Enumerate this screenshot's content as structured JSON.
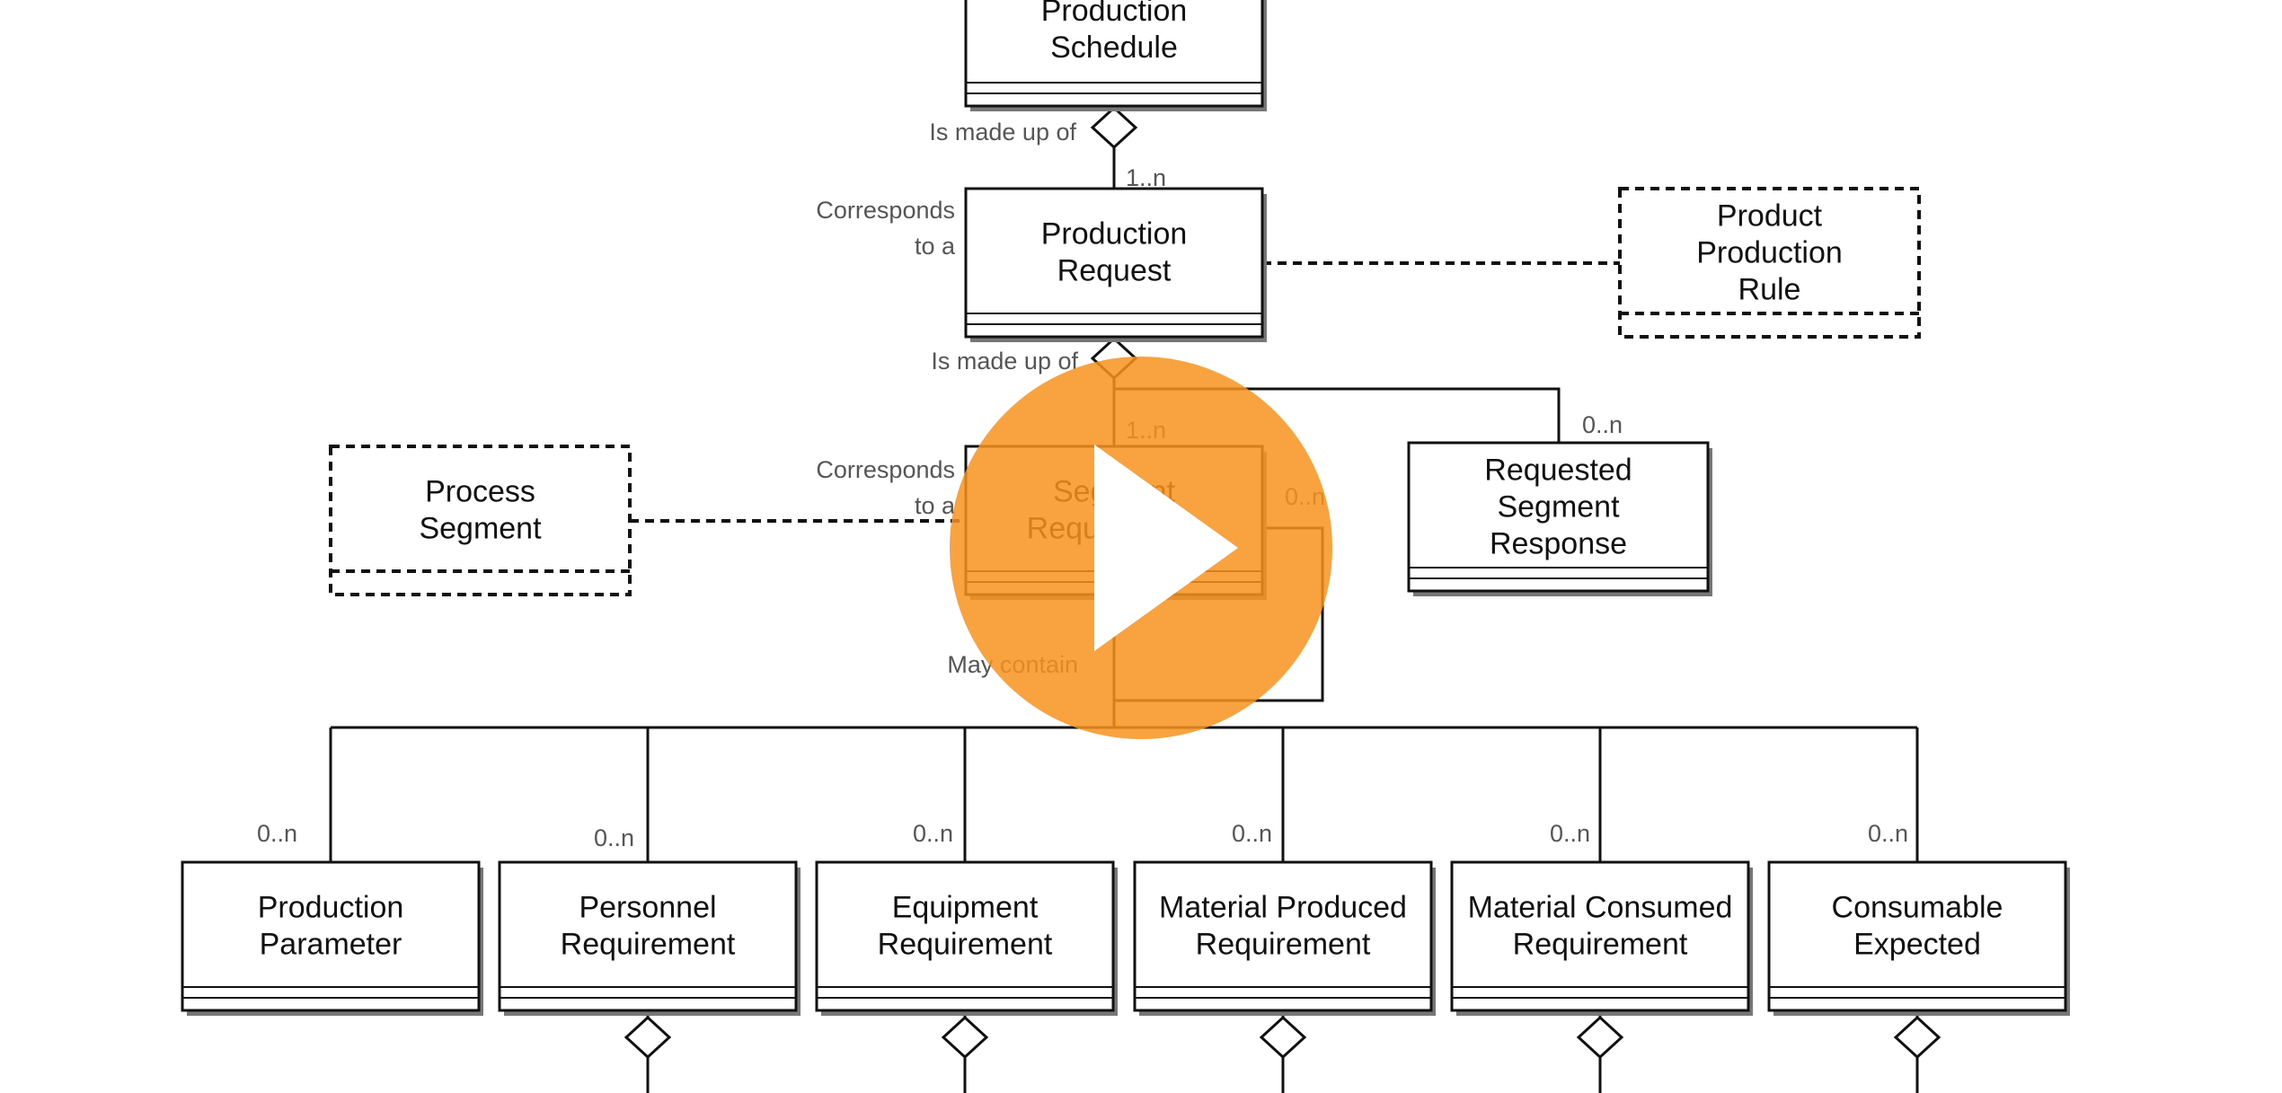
{
  "diagram": {
    "classes": {
      "production_schedule": {
        "lines": [
          "Production",
          "Schedule"
        ],
        "style": "solid"
      },
      "production_request": {
        "lines": [
          "Production",
          "Request"
        ],
        "style": "solid"
      },
      "product_production_rule": {
        "lines": [
          "Product",
          "Production",
          "Rule"
        ],
        "style": "dashed"
      },
      "segment_requirement": {
        "lines": [
          "Segment",
          "Requirement"
        ],
        "style": "solid"
      },
      "process_segment": {
        "lines": [
          "Process",
          "Segment"
        ],
        "style": "dashed"
      },
      "requested_segment_response": {
        "lines": [
          "Requested",
          "Segment",
          "Response"
        ],
        "style": "solid"
      },
      "production_parameter": {
        "lines": [
          "Production",
          "Parameter"
        ],
        "style": "solid"
      },
      "personnel_requirement": {
        "lines": [
          "Personnel",
          "Requirement"
        ],
        "style": "solid"
      },
      "equipment_requirement": {
        "lines": [
          "Equipment",
          "Requirement"
        ],
        "style": "solid"
      },
      "material_produced_requirement": {
        "lines": [
          "Material Produced",
          "Requirement"
        ],
        "style": "solid"
      },
      "material_consumed_requirement": {
        "lines": [
          "Material Consumed",
          "Requirement"
        ],
        "style": "solid"
      },
      "consumable_expected": {
        "lines": [
          "Consumable",
          "Expected"
        ],
        "style": "solid"
      }
    },
    "labels": {
      "is_made_up_of_1": "Is made up of",
      "mult_1n_1": "1..n",
      "corresponds_to_a_1": [
        "Corresponds",
        "to a"
      ],
      "is_made_up_of_2": "Is made up of",
      "mult_1n_2": "1..n",
      "mult_0n_response": "0..n",
      "corresponds_to_a_2": [
        "Corresponds",
        "to a"
      ],
      "mult_0n_self": "0..n",
      "may_contain": "May contain",
      "mult_0n_parameter": "0..n",
      "mult_0n_personnel": "0..n",
      "mult_0n_equipment": "0..n",
      "mult_0n_material_produced": "0..n",
      "mult_0n_material_consumed": "0..n",
      "mult_0n_consumable": "0..n"
    }
  },
  "player": {
    "play_button_icon": "play-icon",
    "accent_color": "#F7931E"
  }
}
